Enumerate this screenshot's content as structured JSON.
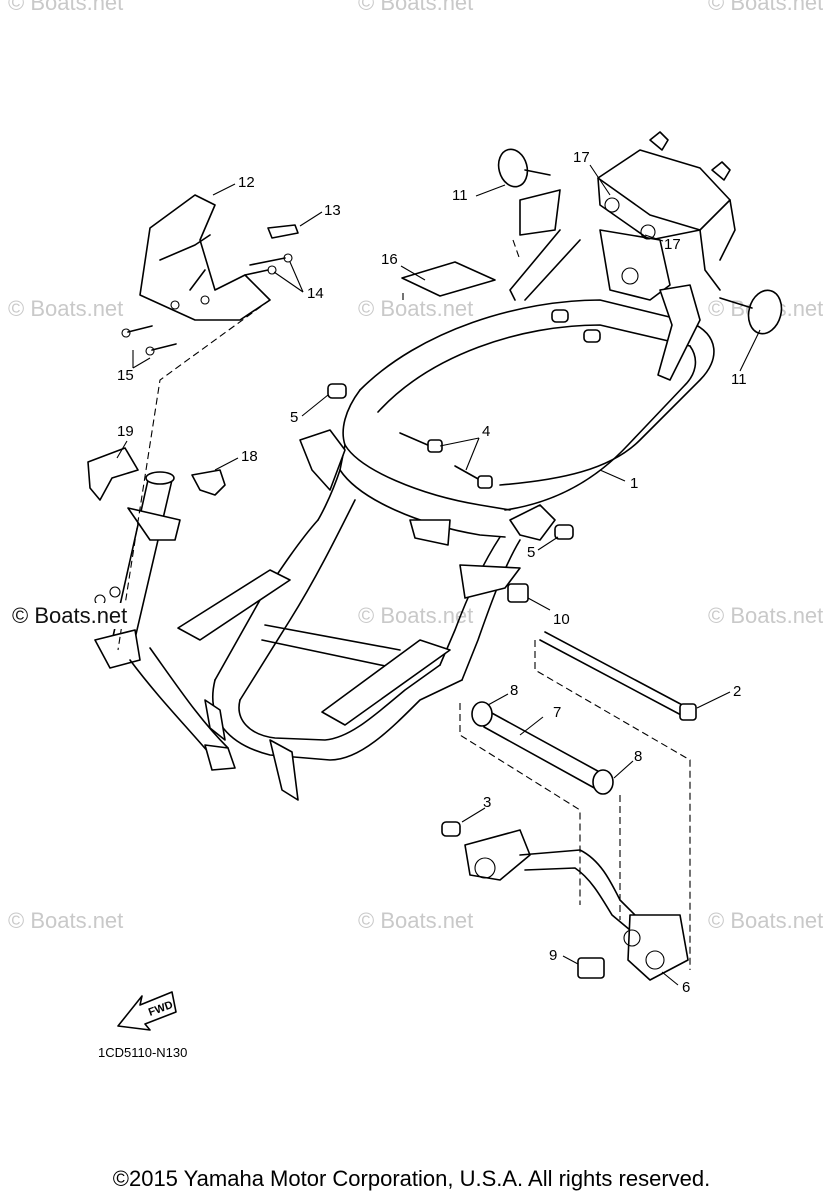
{
  "watermarks": {
    "light_text": "© Boats.net",
    "dark_text": "© Boats.net"
  },
  "callouts": {
    "c1": "1",
    "c2": "2",
    "c3": "3",
    "c4": "4",
    "c5a": "5",
    "c5b": "5",
    "c6": "6",
    "c7": "7",
    "c8a": "8",
    "c8b": "8",
    "c9": "9",
    "c10": "10",
    "c11a": "11",
    "c11b": "11",
    "c12": "12",
    "c13": "13",
    "c14": "14",
    "c15": "15",
    "c16": "16",
    "c17a": "17",
    "c17b": "17",
    "c18": "18",
    "c19": "19"
  },
  "fwd_label": "FWD",
  "diagram_code": "1CD5110-N130",
  "copyright": "©2015 Yamaha Motor Corporation, U.S.A. All rights reserved.",
  "colors": {
    "line": "#000000",
    "watermark": "#c9c9c9",
    "background": "#ffffff"
  }
}
